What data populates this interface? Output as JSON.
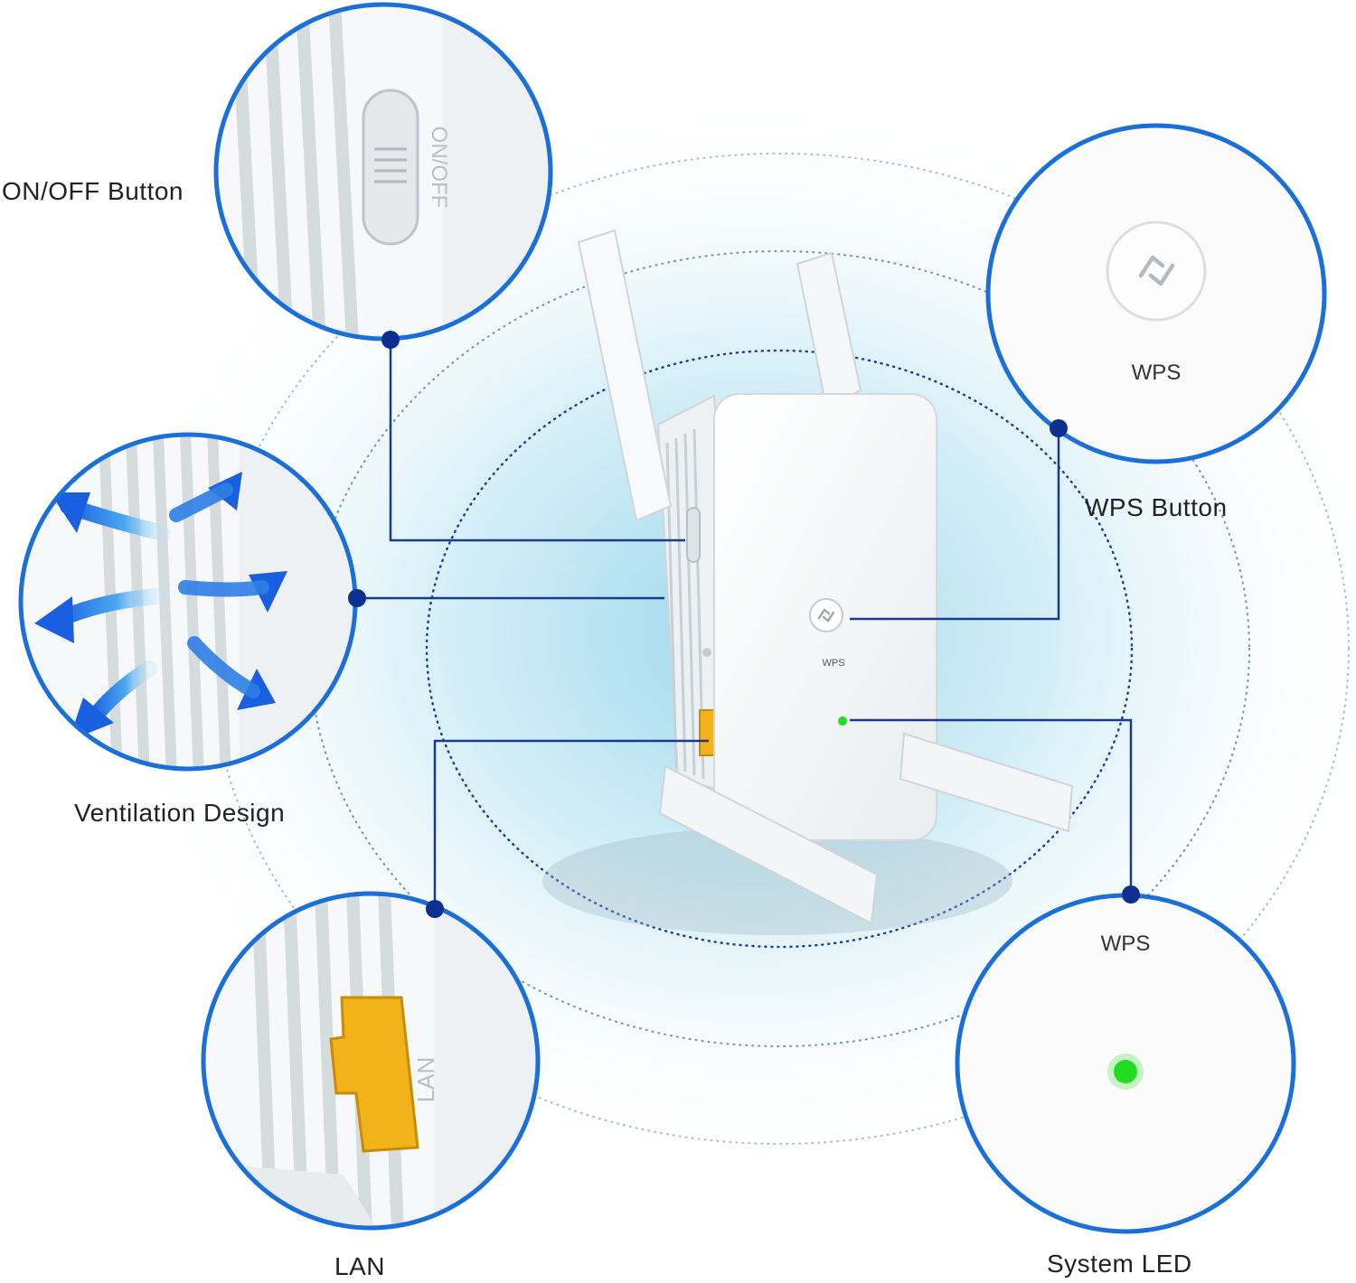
{
  "callouts": {
    "onoff": {
      "label": "ON/OFF Button",
      "printed_text": "ON/OFF"
    },
    "wps_button": {
      "label": "WPS Button",
      "printed_text": "WPS"
    },
    "ventilation": {
      "label": "Ventilation Design"
    },
    "lan": {
      "label": "LAN",
      "printed_text": "LAN"
    },
    "system_led": {
      "label": "System LED",
      "printed_text": "WPS"
    }
  },
  "device": {
    "wps_text": "WPS"
  },
  "colors": {
    "callout_ring": "#1a6fd9",
    "leader_line": "#1a3a8a",
    "leader_dot": "#0d2f8f",
    "led_green": "#22dd22",
    "lan_port": "#f2b21a",
    "arrow_blue": "#1a5fe0",
    "glow": "#8fd3ea"
  },
  "icons": [
    "wps-icon",
    "airflow-arrow-icon",
    "power-switch-icon",
    "lan-port-icon",
    "status-led-icon"
  ]
}
